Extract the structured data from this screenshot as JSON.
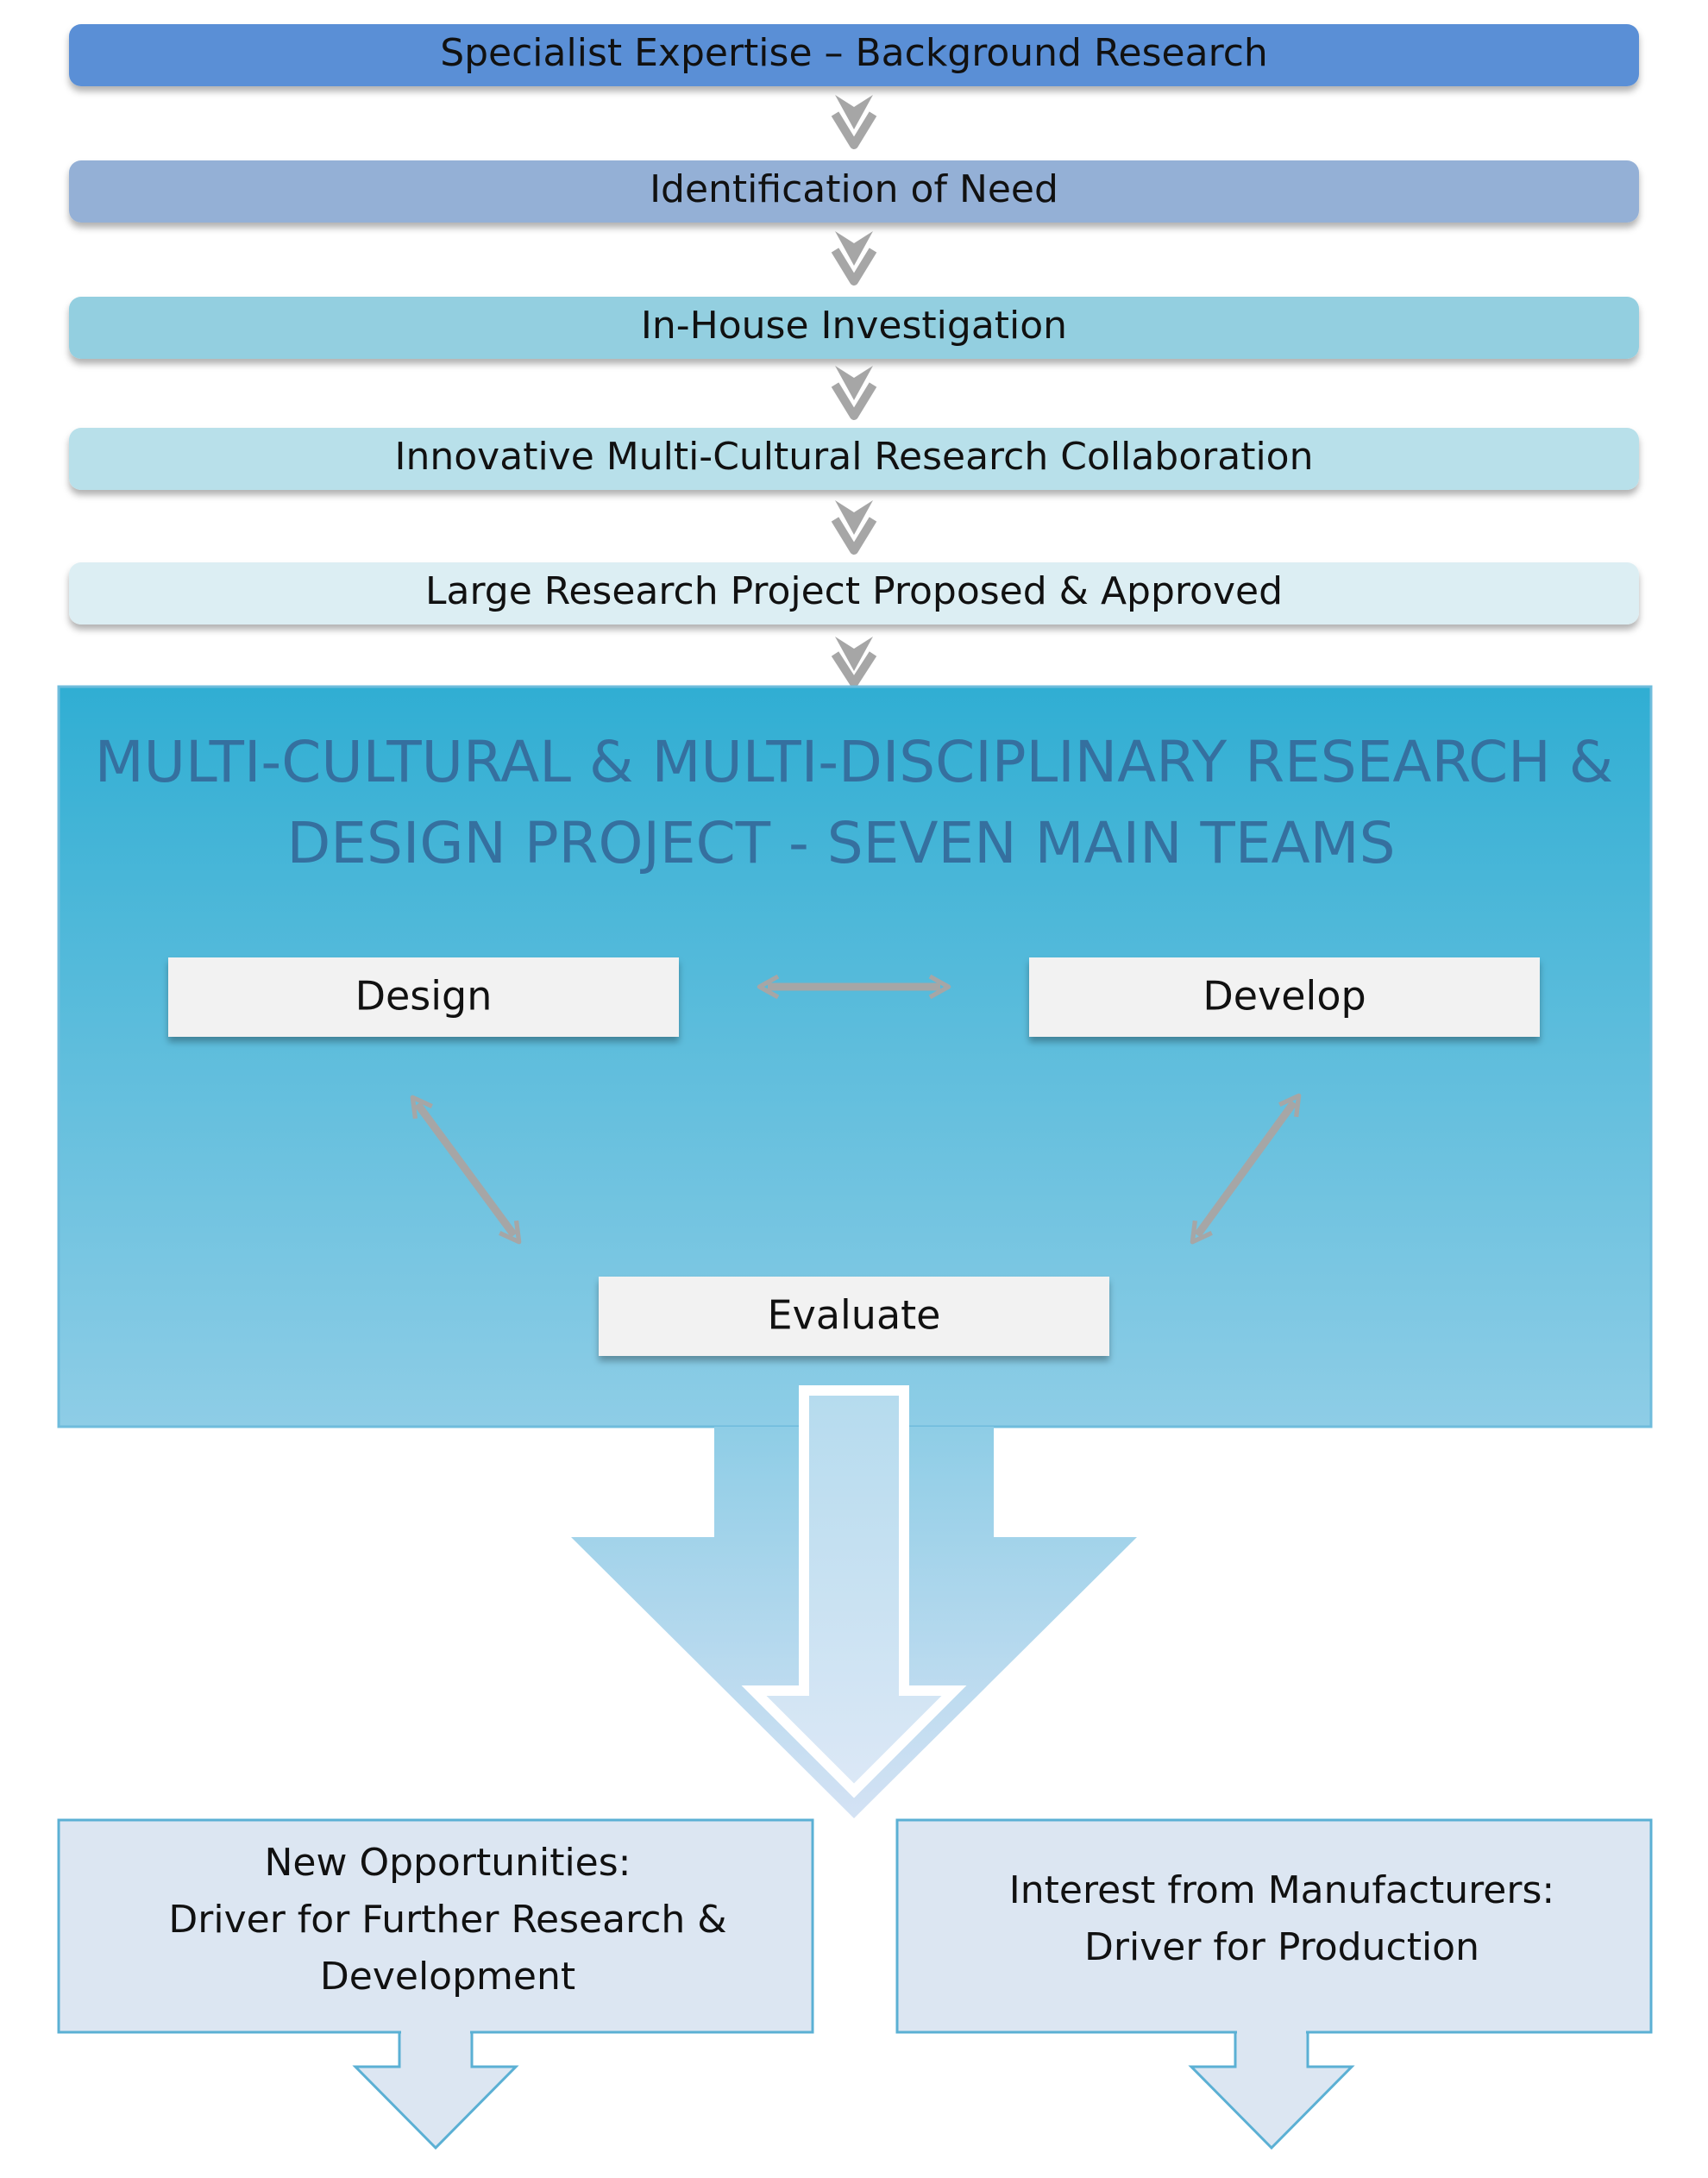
{
  "stages": [
    {
      "label": "Specialist Expertise – Background Research",
      "color": "#5a8fd6"
    },
    {
      "label": "Identification of Need",
      "color": "#94b0d6"
    },
    {
      "label": "In-House Investigation",
      "color": "#93cfe0"
    },
    {
      "label": "Innovative Multi-Cultural  Research Collaboration",
      "color": "#b8e0ea"
    },
    {
      "label": "Large Research Project Proposed & Approved",
      "color": "#dceef3"
    }
  ],
  "project": {
    "title_line1": "MULTI-CULTURAL & MULTI-DISCIPLINARY  RESEARCH &",
    "title_line2": "DESIGN PROJECT  - SEVEN MAIN TEAMS",
    "teams": {
      "design": "Design",
      "develop": "Develop",
      "evaluate": "Evaluate"
    }
  },
  "outcomes": {
    "left": {
      "line1": "New Opportunities:",
      "line2": "Driver for Further Research &",
      "line3": "Development"
    },
    "right": {
      "line1": "Interest from Manufacturers:",
      "line2": "Driver for Production"
    }
  },
  "colors": {
    "project_top": "#30aed3",
    "project_bottom": "#8ecde6",
    "team_box": "#f2f2f2",
    "connector_arrow": "#a6a6a6",
    "outcome_box": "#dce6f2",
    "outcome_border": "#5bb0d4",
    "title_text": "#35709f"
  }
}
